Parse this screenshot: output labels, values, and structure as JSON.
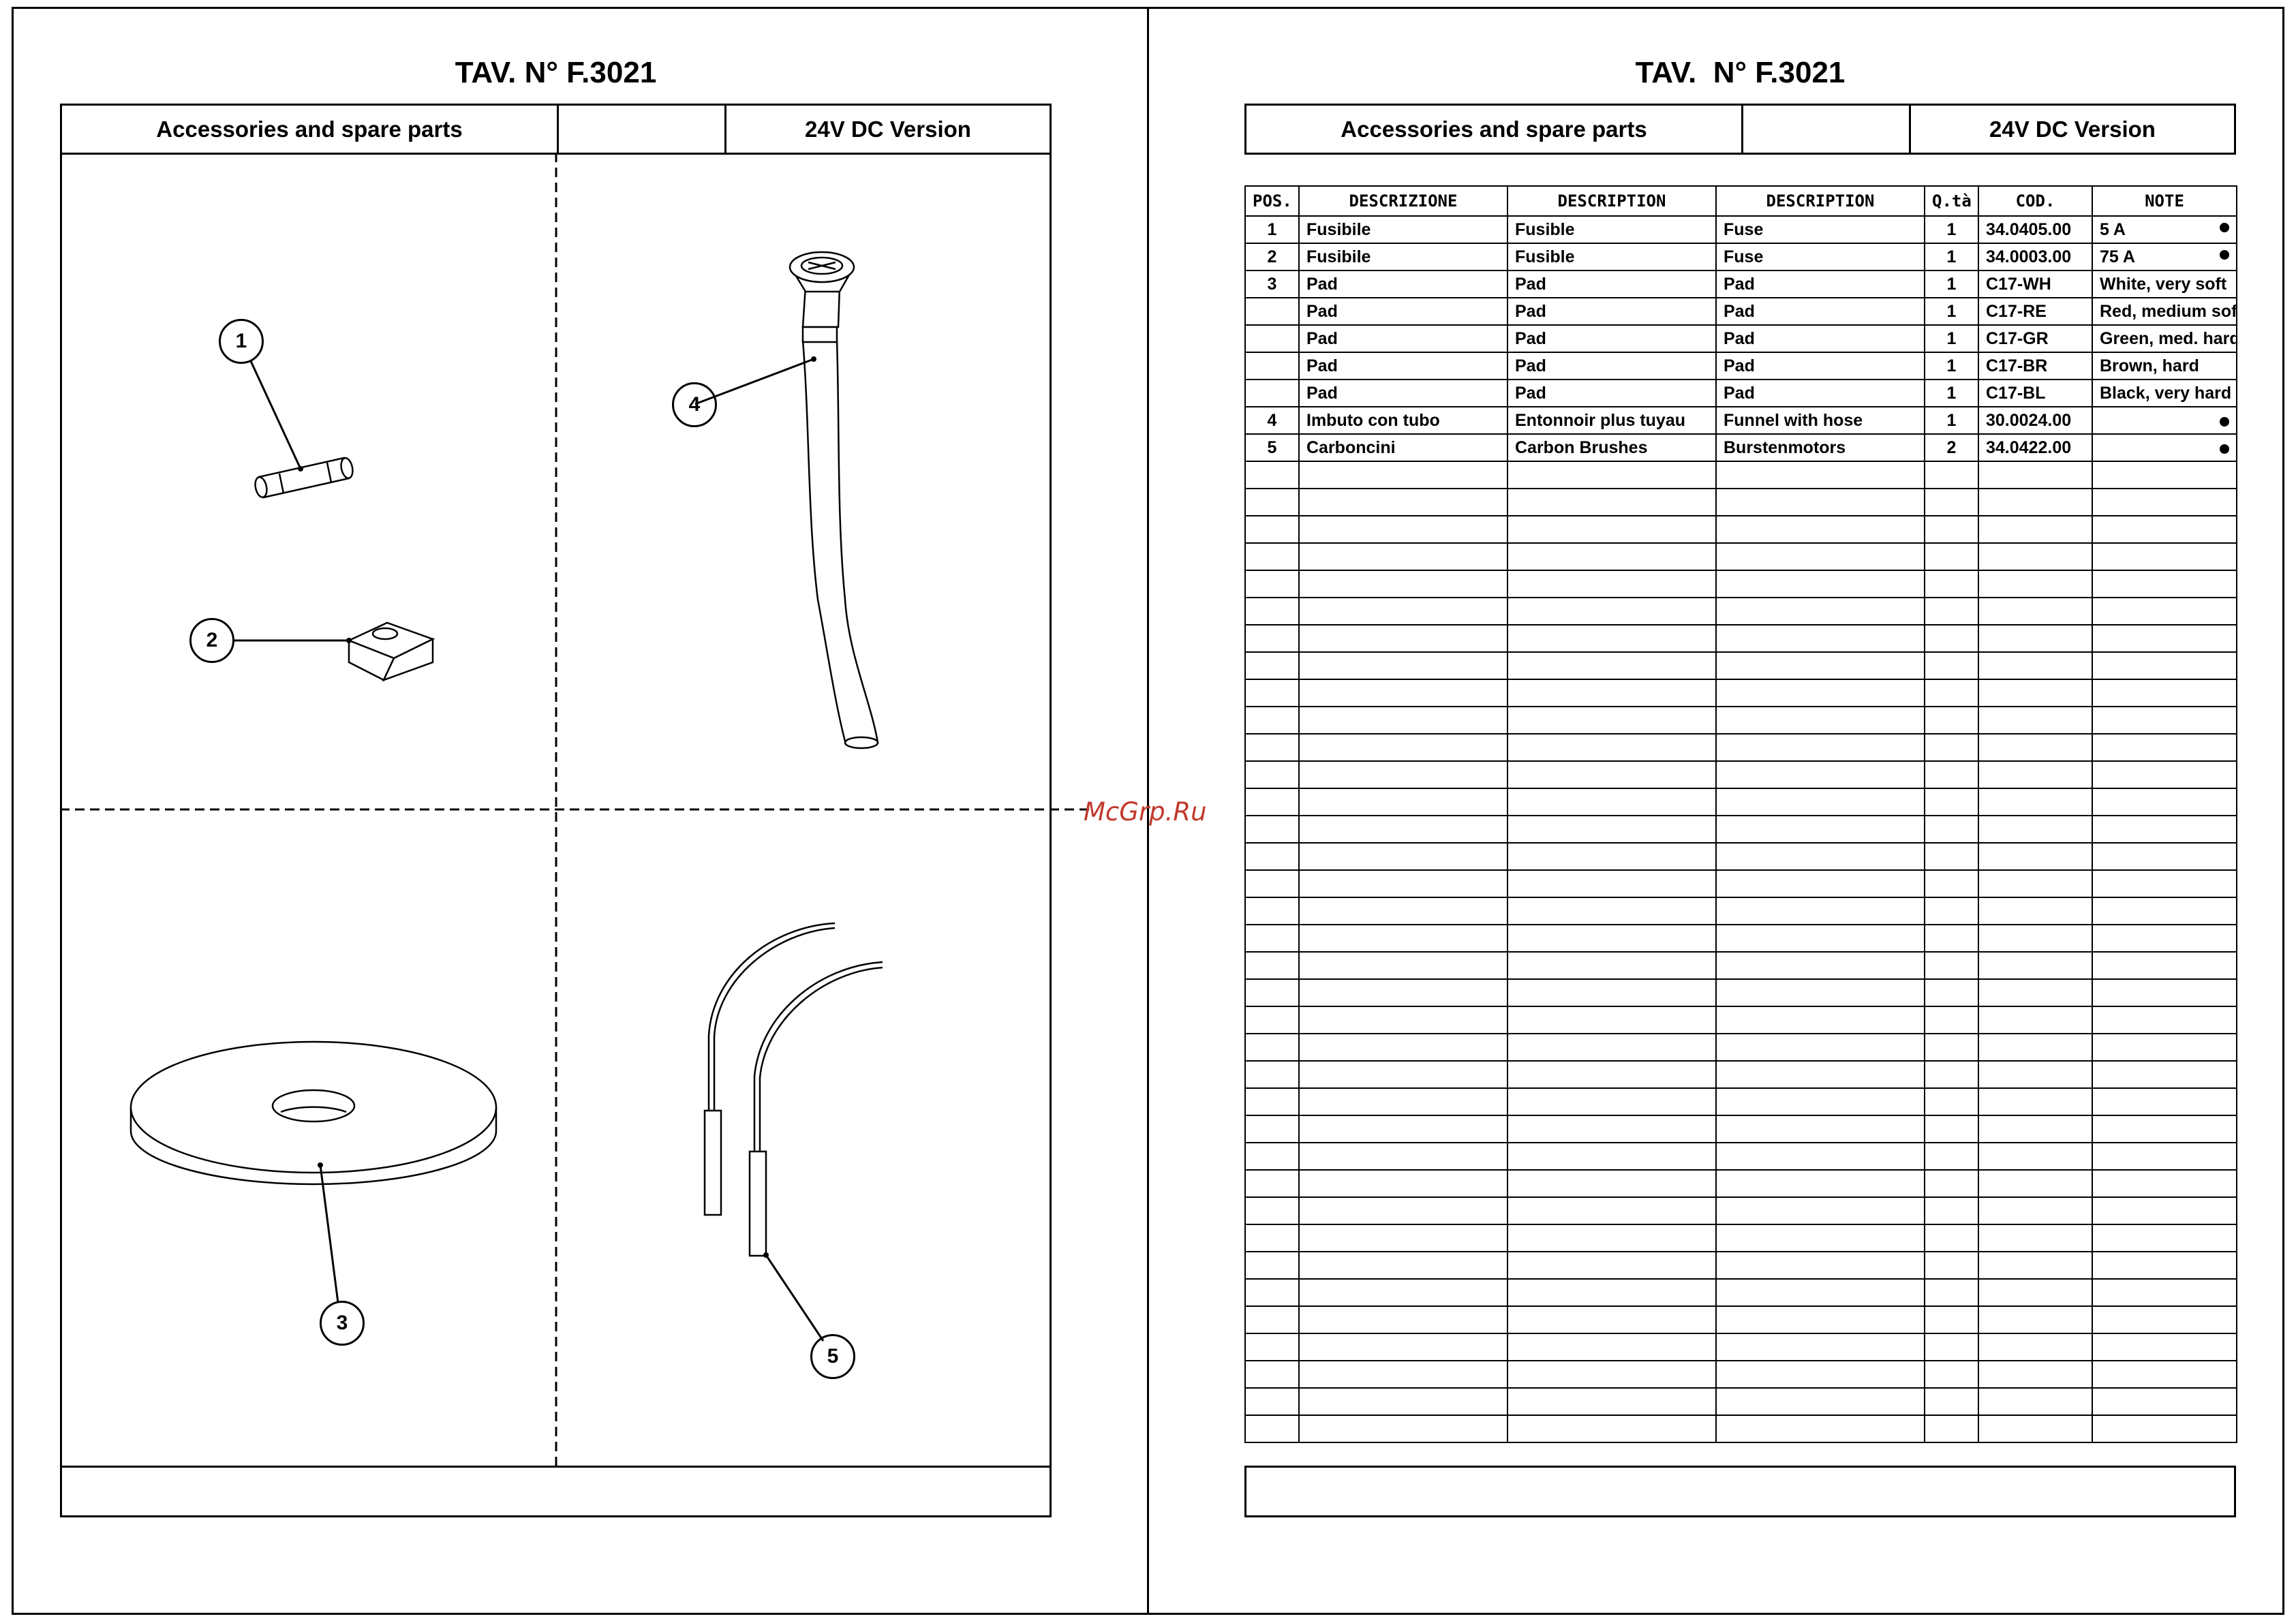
{
  "left": {
    "title": "TAV. N° F.3021",
    "header": {
      "col1": "Accessories and spare parts",
      "col2": "",
      "col3": "24V DC Version"
    },
    "callouts": [
      "1",
      "2",
      "3",
      "4",
      "5"
    ]
  },
  "right": {
    "title": "TAV.  N° F.3021",
    "header": {
      "col1": "Accessories and spare parts",
      "col2": "",
      "col3": "24V DC Version"
    },
    "table": {
      "columns": [
        "POS.",
        "DESCRIZIONE",
        "DESCRIPTION",
        "DESCRIPTION",
        "Q.tà",
        "COD.",
        "NOTE"
      ],
      "rows": [
        {
          "pos": "1",
          "it": "Fusibile",
          "fr": "Fusible",
          "en": "Fuse",
          "qty": "1",
          "cod": "34.0405.00",
          "note": "5 A",
          "dot": true
        },
        {
          "pos": "2",
          "it": "Fusibile",
          "fr": "Fusible",
          "en": "Fuse",
          "qty": "1",
          "cod": "34.0003.00",
          "note": "75 A",
          "dot": true
        },
        {
          "pos": "3",
          "it": "Pad",
          "fr": "Pad",
          "en": "Pad",
          "qty": "1",
          "cod": "C17-WH",
          "note": "White, very soft",
          "dot": false
        },
        {
          "pos": "",
          "it": "Pad",
          "fr": "Pad",
          "en": "Pad",
          "qty": "1",
          "cod": "C17-RE",
          "note": "Red, medium soft",
          "dot": false
        },
        {
          "pos": "",
          "it": "Pad",
          "fr": "Pad",
          "en": "Pad",
          "qty": "1",
          "cod": "C17-GR",
          "note": "Green, med. hard",
          "dot": false
        },
        {
          "pos": "",
          "it": "Pad",
          "fr": "Pad",
          "en": "Pad",
          "qty": "1",
          "cod": "C17-BR",
          "note": "Brown, hard",
          "dot": false
        },
        {
          "pos": "",
          "it": "Pad",
          "fr": "Pad",
          "en": "Pad",
          "qty": "1",
          "cod": "C17-BL",
          "note": "Black, very hard",
          "dot": false
        },
        {
          "pos": "4",
          "it": "Imbuto con tubo",
          "fr": "Entonnoir plus tuyau",
          "en": "Funnel with hose",
          "qty": "1",
          "cod": "30.0024.00",
          "note": "",
          "dot": true
        },
        {
          "pos": "5",
          "it": "Carboncini",
          "fr": "Carbon Brushes",
          "en": "Burstenmotors",
          "qty": "2",
          "cod": "34.0422.00",
          "note": "",
          "dot": true
        }
      ],
      "empty_rows": 36
    }
  },
  "watermark": "McGrp.Ru"
}
